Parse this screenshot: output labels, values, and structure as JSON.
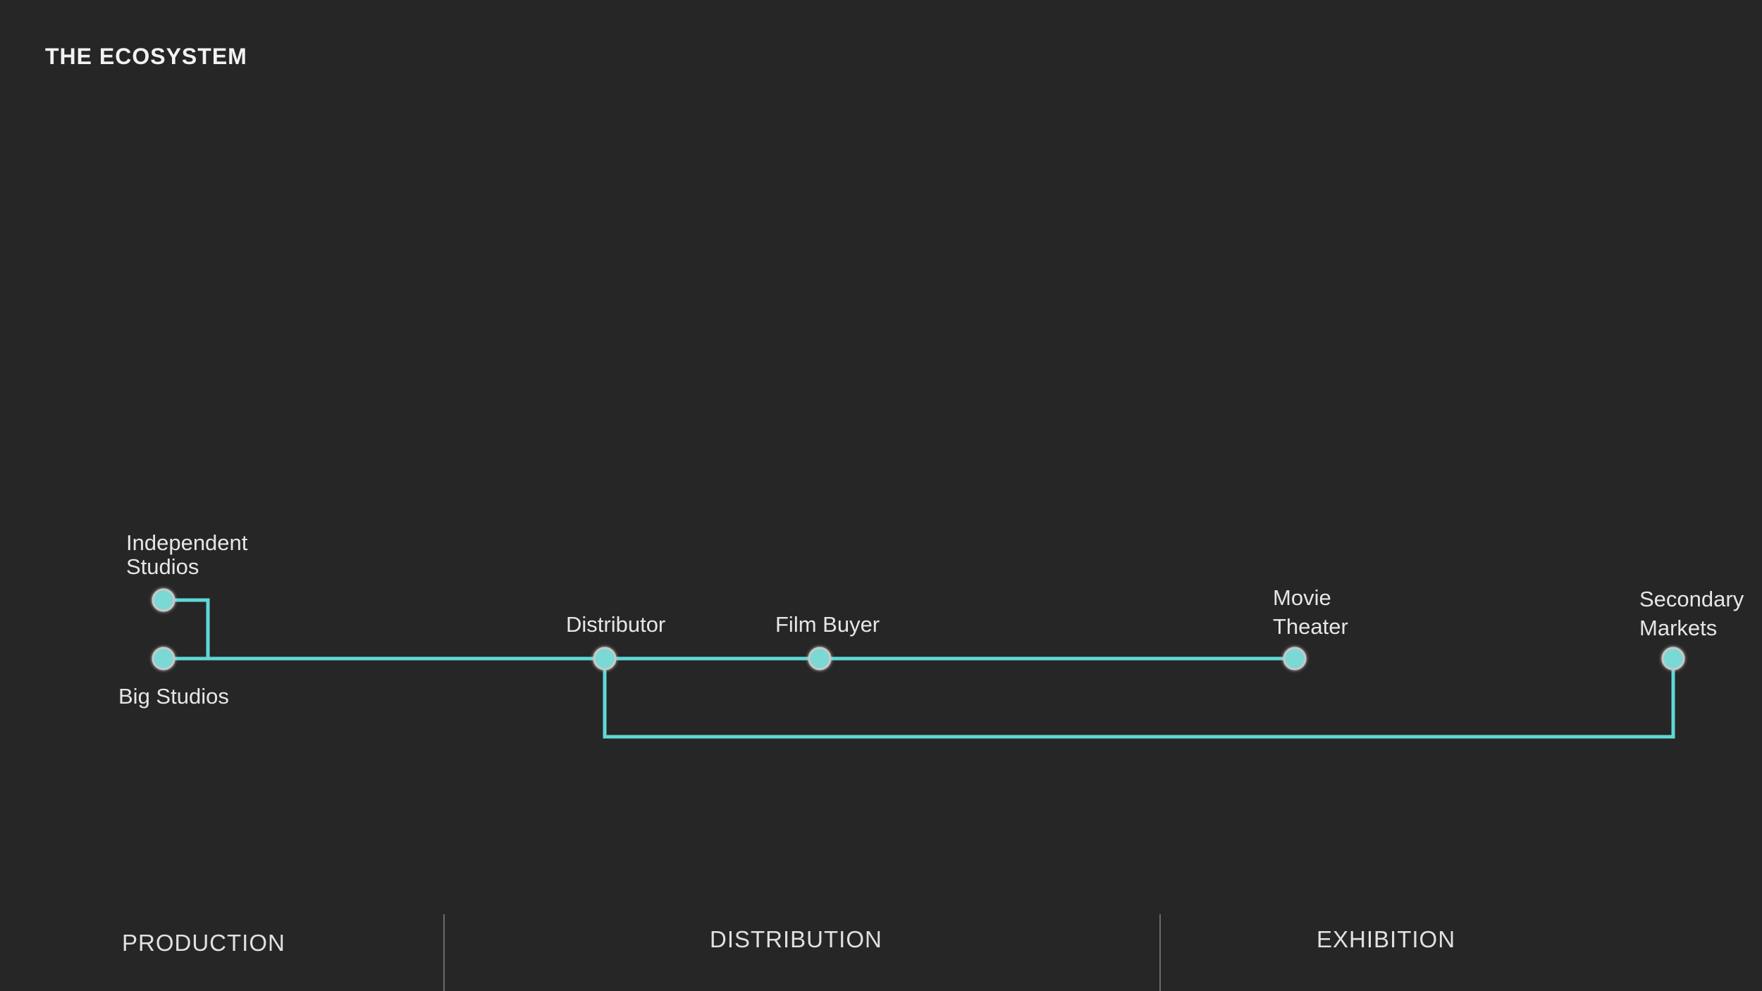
{
  "title": "THE ECOSYSTEM",
  "colors": {
    "background": "#262626",
    "line": "#5fd8d6",
    "node_fill": "#7ad9d4",
    "node_stroke": "#c8c8c8",
    "text": "#e6e6e6"
  },
  "nodes": {
    "independent_studios": {
      "line1": "Independent",
      "line2": "Studios"
    },
    "big_studios": {
      "line1": "Big Studios"
    },
    "distributor": {
      "line1": "Distributor"
    },
    "film_buyer": {
      "line1": "Film Buyer"
    },
    "movie_theater": {
      "line1": "Movie",
      "line2": "Theater"
    },
    "secondary_markets": {
      "line1": "Secondary",
      "line2": "Markets"
    }
  },
  "sections": {
    "production": "PRODUCTION",
    "distribution": "DISTRIBUTION",
    "exhibition": "EXHIBITION"
  }
}
